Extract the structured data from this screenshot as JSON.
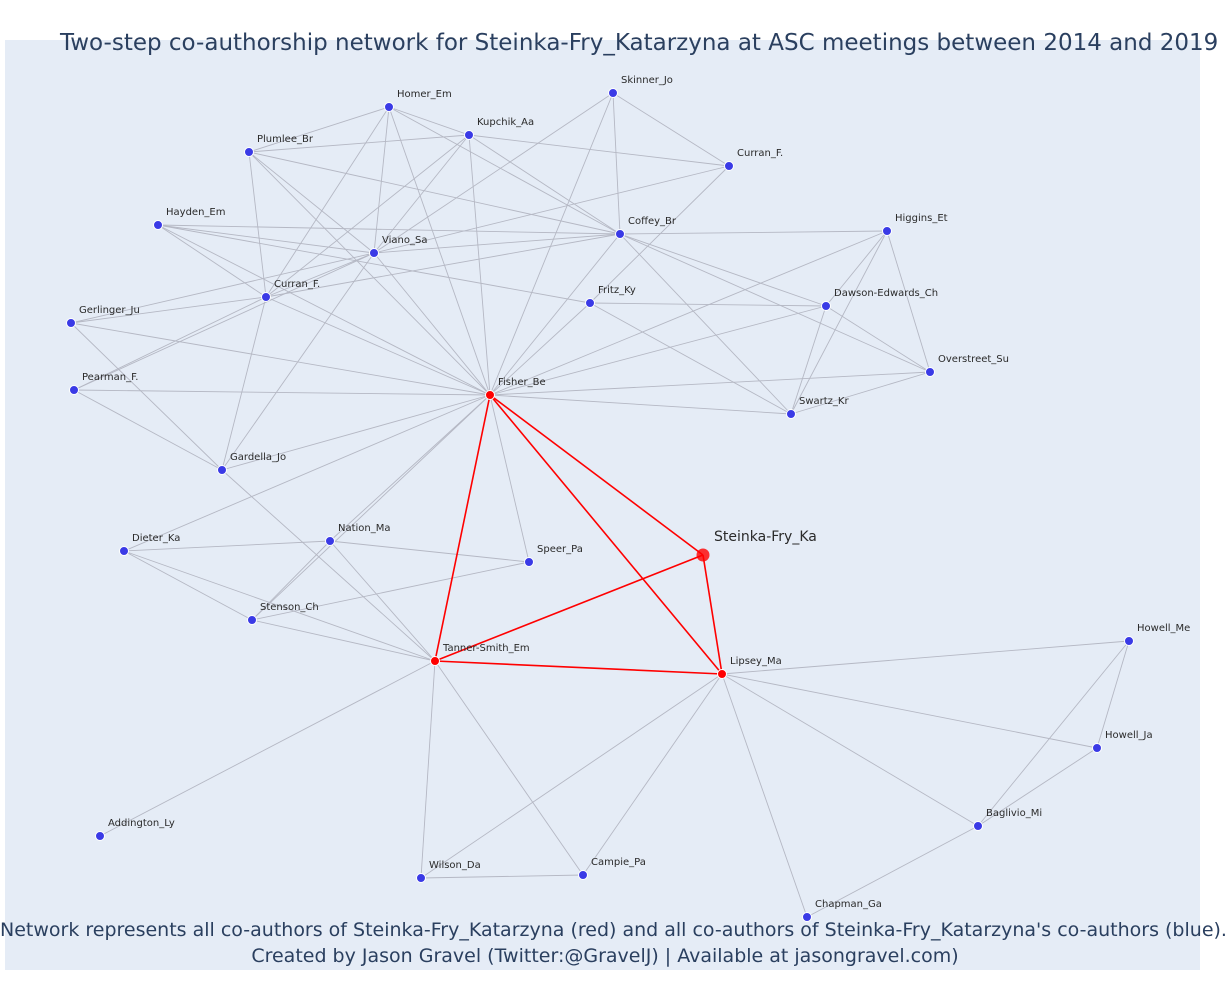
{
  "title": "Two-step co-authorship network for Steinka-Fry_Katarzyna at ASC meetings between 2014 and 2019",
  "caption": {
    "line1": "Network represents all co-authors of Steinka-Fry_Katarzyna (red) and all co-authors of Steinka-Fry_Katarzyna's co-authors (blue).",
    "line2": "Created by Jason Gravel (Twitter:@GravelJ) | Available at jasongravel.com)"
  },
  "colors": {
    "background": "#e5ecf6",
    "first_degree": "#ff0000",
    "second_degree": "#3a3ae6",
    "edge_gray": "#b5b8c4",
    "edge_red": "#ff0000",
    "text": "#2a3f5f"
  },
  "ego": "Steinka-Fry_Ka",
  "nodes": [
    {
      "id": "Steinka-Fry_Ka",
      "group": "ego"
    },
    {
      "id": "Fisher_Be",
      "group": "first"
    },
    {
      "id": "Tanner-Smith_Em",
      "group": "first"
    },
    {
      "id": "Lipsey_Ma",
      "group": "first"
    },
    {
      "id": "Homer_Em",
      "group": "second"
    },
    {
      "id": "Skinner_Jo",
      "group": "second"
    },
    {
      "id": "Kupchik_Aa",
      "group": "second"
    },
    {
      "id": "Plumlee_Br",
      "group": "second"
    },
    {
      "id": "Curran_F.",
      "group": "second"
    },
    {
      "id": "Hayden_Em",
      "group": "second"
    },
    {
      "id": "Viano_Sa",
      "group": "second"
    },
    {
      "id": "Coffey_Br",
      "group": "second"
    },
    {
      "id": "Higgins_Et",
      "group": "second"
    },
    {
      "id": "Curran_F. ",
      "group": "second"
    },
    {
      "id": "Gerlinger_Ju",
      "group": "second"
    },
    {
      "id": "Fritz_Ky",
      "group": "second"
    },
    {
      "id": "Dawson-Edwards_Ch",
      "group": "second"
    },
    {
      "id": "Pearman_F.",
      "group": "second"
    },
    {
      "id": "Overstreet_Su",
      "group": "second"
    },
    {
      "id": "Swartz_Kr",
      "group": "second"
    },
    {
      "id": "Gardella_Jo",
      "group": "second"
    },
    {
      "id": "Nation_Ma",
      "group": "second"
    },
    {
      "id": "Dieter_Ka",
      "group": "second"
    },
    {
      "id": "Speer_Pa",
      "group": "second"
    },
    {
      "id": "Stenson_Ch",
      "group": "second"
    },
    {
      "id": "Howell_Me",
      "group": "second"
    },
    {
      "id": "Howell_Ja",
      "group": "second"
    },
    {
      "id": "Addington_Ly",
      "group": "second"
    },
    {
      "id": "Baglivio_Mi",
      "group": "second"
    },
    {
      "id": "Wilson_Da",
      "group": "second"
    },
    {
      "id": "Campie_Pa",
      "group": "second"
    },
    {
      "id": "Chapman_Ga",
      "group": "second"
    }
  ],
  "edges": [
    [
      "Steinka-Fry_Ka",
      "Fisher_Be"
    ],
    [
      "Steinka-Fry_Ka",
      "Tanner-Smith_Em"
    ],
    [
      "Steinka-Fry_Ka",
      "Lipsey_Ma"
    ],
    [
      "Fisher_Be",
      "Tanner-Smith_Em"
    ],
    [
      "Fisher_Be",
      "Lipsey_Ma"
    ],
    [
      "Tanner-Smith_Em",
      "Lipsey_Ma"
    ],
    [
      "Homer_Em",
      "Plumlee_Br"
    ],
    [
      "Homer_Em",
      "Kupchik_Aa"
    ],
    [
      "Homer_Em",
      "Curran_F. "
    ],
    [
      "Homer_Em",
      "Viano_Sa"
    ],
    [
      "Homer_Em",
      "Fisher_Be"
    ],
    [
      "Homer_Em",
      "Coffey_Br"
    ],
    [
      "Plumlee_Br",
      "Kupchik_Aa"
    ],
    [
      "Plumlee_Br",
      "Curran_F. "
    ],
    [
      "Plumlee_Br",
      "Viano_Sa"
    ],
    [
      "Plumlee_Br",
      "Fisher_Be"
    ],
    [
      "Plumlee_Br",
      "Coffey_Br"
    ],
    [
      "Kupchik_Aa",
      "Curran_F. "
    ],
    [
      "Kupchik_Aa",
      "Viano_Sa"
    ],
    [
      "Kupchik_Aa",
      "Fisher_Be"
    ],
    [
      "Kupchik_Aa",
      "Coffey_Br"
    ],
    [
      "Kupchik_Aa",
      "Curran_F."
    ],
    [
      "Skinner_Jo",
      "Curran_F."
    ],
    [
      "Skinner_Jo",
      "Coffey_Br"
    ],
    [
      "Skinner_Jo",
      "Fisher_Be"
    ],
    [
      "Skinner_Jo",
      "Viano_Sa"
    ],
    [
      "Curran_F.",
      "Viano_Sa"
    ],
    [
      "Curran_F.",
      "Fritz_Ky"
    ],
    [
      "Hayden_Em",
      "Viano_Sa"
    ],
    [
      "Hayden_Em",
      "Curran_F. "
    ],
    [
      "Hayden_Em",
      "Fisher_Be"
    ],
    [
      "Hayden_Em",
      "Coffey_Br"
    ],
    [
      "Hayden_Em",
      "Fritz_Ky"
    ],
    [
      "Viano_Sa",
      "Curran_F. "
    ],
    [
      "Viano_Sa",
      "Gerlinger_Ju"
    ],
    [
      "Viano_Sa",
      "Fisher_Be"
    ],
    [
      "Viano_Sa",
      "Coffey_Br"
    ],
    [
      "Viano_Sa",
      "Pearman_F."
    ],
    [
      "Viano_Sa",
      "Gardella_Jo"
    ],
    [
      "Curran_F. ",
      "Gerlinger_Ju"
    ],
    [
      "Curran_F. ",
      "Pearman_F."
    ],
    [
      "Curran_F. ",
      "Gardella_Jo"
    ],
    [
      "Curran_F. ",
      "Fisher_Be"
    ],
    [
      "Curran_F. ",
      "Coffey_Br"
    ],
    [
      "Gerlinger_Ju",
      "Fisher_Be"
    ],
    [
      "Gerlinger_Ju",
      "Gardella_Jo"
    ],
    [
      "Pearman_F.",
      "Fisher_Be"
    ],
    [
      "Pearman_F.",
      "Gardella_Jo"
    ],
    [
      "Gardella_Jo",
      "Fisher_Be"
    ],
    [
      "Gardella_Jo",
      "Tanner-Smith_Em"
    ],
    [
      "Coffey_Br",
      "Higgins_Et"
    ],
    [
      "Coffey_Br",
      "Dawson-Edwards_Ch"
    ],
    [
      "Coffey_Br",
      "Overstreet_Su"
    ],
    [
      "Coffey_Br",
      "Swartz_Kr"
    ],
    [
      "Coffey_Br",
      "Fisher_Be"
    ],
    [
      "Fritz_Ky",
      "Dawson-Edwards_Ch"
    ],
    [
      "Fritz_Ky",
      "Swartz_Kr"
    ],
    [
      "Fritz_Ky",
      "Fisher_Be"
    ],
    [
      "Higgins_Et",
      "Dawson-Edwards_Ch"
    ],
    [
      "Higgins_Et",
      "Overstreet_Su"
    ],
    [
      "Higgins_Et",
      "Swartz_Kr"
    ],
    [
      "Higgins_Et",
      "Fisher_Be"
    ],
    [
      "Dawson-Edwards_Ch",
      "Overstreet_Su"
    ],
    [
      "Dawson-Edwards_Ch",
      "Swartz_Kr"
    ],
    [
      "Dawson-Edwards_Ch",
      "Fisher_Be"
    ],
    [
      "Overstreet_Su",
      "Swartz_Kr"
    ],
    [
      "Overstreet_Su",
      "Fisher_Be"
    ],
    [
      "Swartz_Kr",
      "Fisher_Be"
    ],
    [
      "Dieter_Ka",
      "Nation_Ma"
    ],
    [
      "Dieter_Ka",
      "Stenson_Ch"
    ],
    [
      "Dieter_Ka",
      "Tanner-Smith_Em"
    ],
    [
      "Dieter_Ka",
      "Fisher_Be"
    ],
    [
      "Nation_Ma",
      "Speer_Pa"
    ],
    [
      "Nation_Ma",
      "Stenson_Ch"
    ],
    [
      "Nation_Ma",
      "Tanner-Smith_Em"
    ],
    [
      "Nation_Ma",
      "Fisher_Be"
    ],
    [
      "Speer_Pa",
      "Stenson_Ch"
    ],
    [
      "Speer_Pa",
      "Fisher_Be"
    ],
    [
      "Stenson_Ch",
      "Tanner-Smith_Em"
    ],
    [
      "Stenson_Ch",
      "Fisher_Be"
    ],
    [
      "Tanner-Smith_Em",
      "Addington_Ly"
    ],
    [
      "Tanner-Smith_Em",
      "Wilson_Da"
    ],
    [
      "Tanner-Smith_Em",
      "Campie_Pa"
    ],
    [
      "Wilson_Da",
      "Campie_Pa"
    ],
    [
      "Wilson_Da",
      "Lipsey_Ma"
    ],
    [
      "Campie_Pa",
      "Lipsey_Ma"
    ],
    [
      "Lipsey_Ma",
      "Howell_Me"
    ],
    [
      "Lipsey_Ma",
      "Howell_Ja"
    ],
    [
      "Lipsey_Ma",
      "Baglivio_Mi"
    ],
    [
      "Lipsey_Ma",
      "Chapman_Ga"
    ],
    [
      "Howell_Me",
      "Howell_Ja"
    ],
    [
      "Howell_Me",
      "Baglivio_Mi"
    ],
    [
      "Howell_Ja",
      "Baglivio_Mi"
    ],
    [
      "Baglivio_Mi",
      "Chapman_Ga"
    ]
  ]
}
